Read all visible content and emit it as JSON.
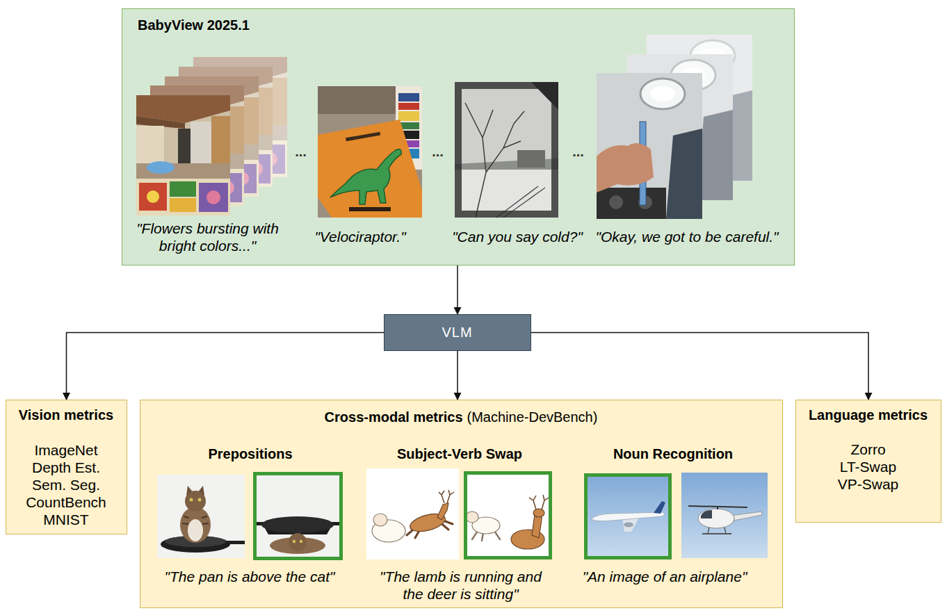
{
  "diagram": {
    "nodes": [
      {
        "text": [
          "BabyView 2025.1",
          "\"Flowers bursting with bright colors...\"",
          "...",
          "\"Velociraptor.\"",
          "...",
          "\"Can you say cold?\"",
          "...",
          "\"Okay, we got to be careful.\""
        ]
      },
      {
        "text": [
          "VLM"
        ]
      },
      {
        "text": [
          "Vision metrics",
          "ImageNet",
          "Depth Est.",
          "Sem. Seg.",
          "CountBench",
          "MNIST"
        ]
      },
      {
        "text": [
          "Cross-modal metrics",
          "(Machine-DevBench)",
          "Prepositions",
          "Subject-Verb Swap",
          "Noun Recognition",
          "\"The pan is above the cat\"",
          "\"The lamb is running and the deer is sitting\"",
          "\"An image of an airplane\""
        ]
      },
      {
        "text": [
          "Language metrics",
          "Zorro",
          "LT-Swap",
          "VP-Swap"
        ]
      }
    ],
    "edges": [
      {
        "from": 0,
        "to": 1,
        "arrow": "to"
      },
      {
        "from": 1,
        "to": 2,
        "arrow": "to"
      },
      {
        "from": 1,
        "to": 3,
        "arrow": "to"
      },
      {
        "from": 1,
        "to": 4,
        "arrow": "to"
      }
    ]
  }
}
